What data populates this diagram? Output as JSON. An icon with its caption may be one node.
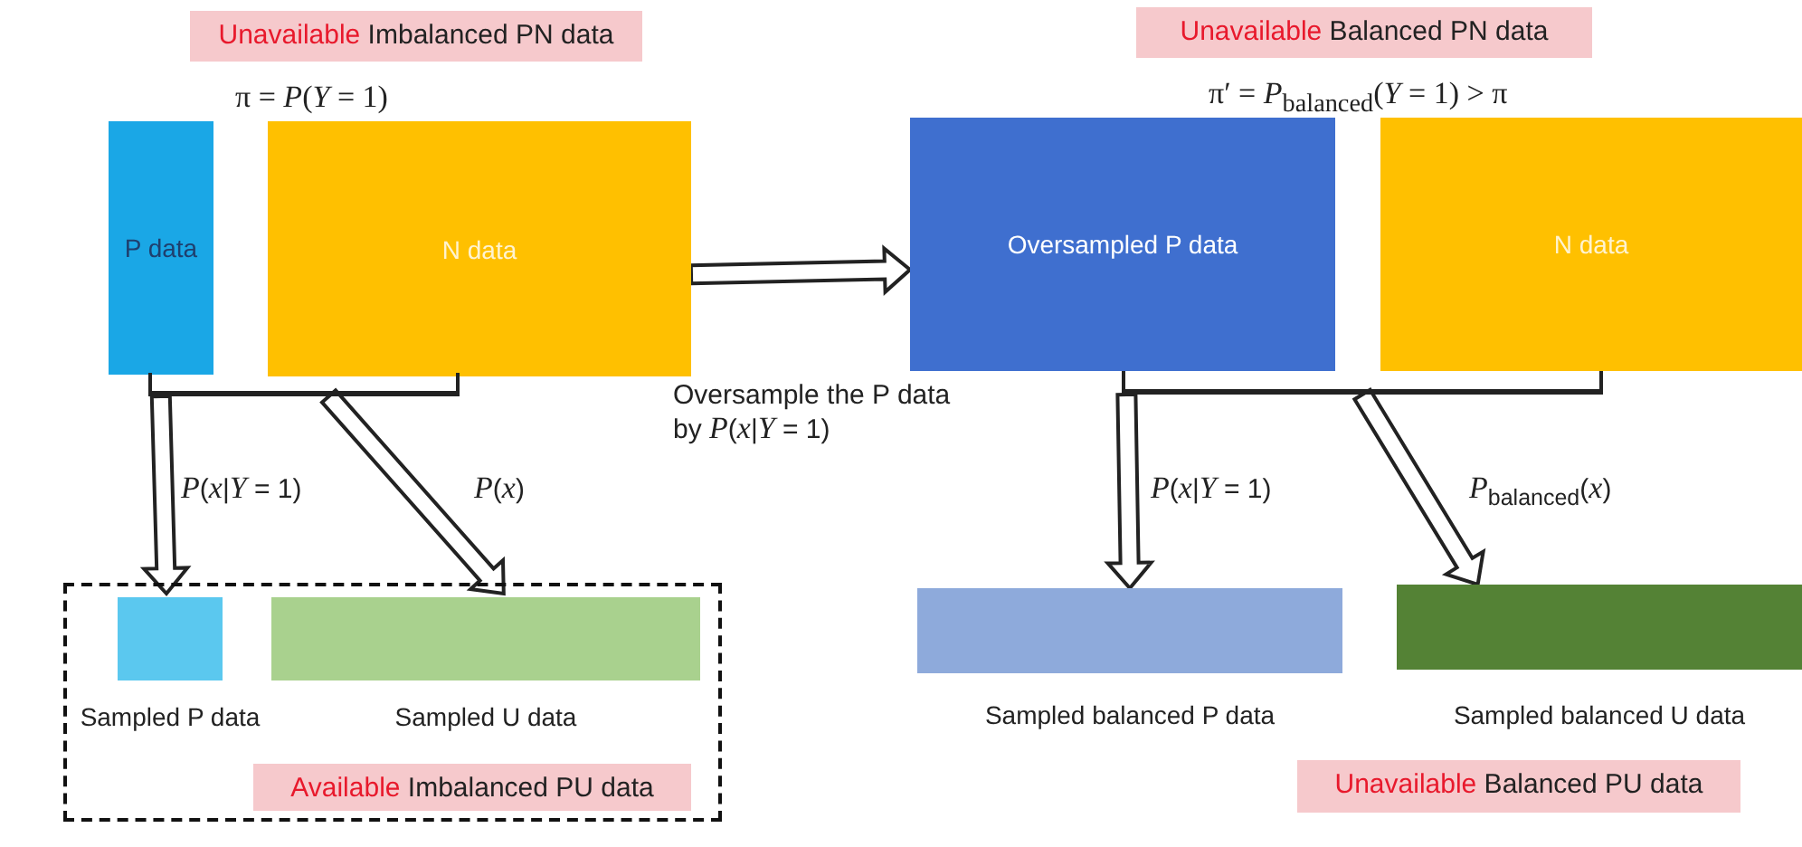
{
  "diagram": {
    "nodes": [
      {
        "text": [
          "Unavailable Imbalanced PN data"
        ]
      },
      {
        "text": [
          "Unavailable Balanced PN data"
        ]
      },
      {
        "text": [
          "P data"
        ]
      },
      {
        "text": [
          "N data"
        ]
      },
      {
        "text": [
          "Oversampled P data"
        ]
      },
      {
        "text": [
          "N data"
        ]
      },
      {
        "text": [],
        "shape": "bracket"
      },
      {
        "text": [],
        "shape": "bracket"
      },
      {
        "text": [],
        "shape": "box"
      },
      {
        "text": [
          "Sampled P data"
        ],
        "in": 8
      },
      {
        "text": [
          "Sampled U data"
        ],
        "in": 8
      },
      {
        "text": [
          "Sampled balanced P data"
        ]
      },
      {
        "text": [
          "Sampled balanced U data"
        ]
      },
      {
        "text": [
          "Available Imbalanced PU data"
        ],
        "in": 8
      },
      {
        "text": [
          "Unavailable Balanced PU data"
        ]
      }
    ],
    "edges": [
      {
        "from": 3,
        "to": 4,
        "arrow": "to",
        "label": "Oversample the P data by *P*(*x*|*Y* = 1)"
      },
      {
        "from": 6,
        "to": 9,
        "arrow": "to",
        "label": "*P*(*x*|*Y* = 1)"
      },
      {
        "from": 6,
        "to": 10,
        "arrow": "to",
        "label": "*P*(*x*)"
      },
      {
        "from": 7,
        "to": 11,
        "arrow": "to",
        "label": "*P*(*x*|*Y* = 1)"
      },
      {
        "from": 7,
        "to": 12,
        "arrow": "to",
        "label": "*P*$_{balanced}$(*x*)"
      }
    ],
    "labels": [
      "π = *P*(*Y* = 1)",
      "π′ = *P*$_{balanced}$(*Y* = 1) > π"
    ]
  }
}
